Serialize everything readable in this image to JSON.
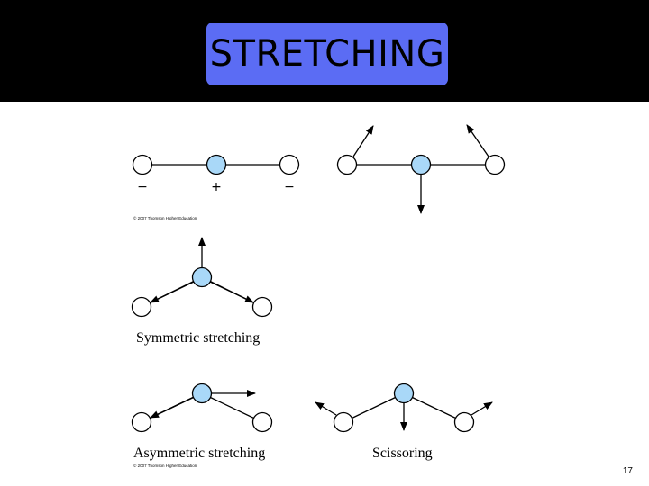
{
  "slide": {
    "title": "STRETCHING",
    "page_number": "17",
    "colors": {
      "header_bg": "#000000",
      "title_box": "#5b6cf4",
      "central_atom": "#a9d8f8",
      "outer_atom": "#ffffff"
    }
  },
  "diagram": {
    "linear_symmetric": {
      "signs": [
        "−",
        "+",
        "−"
      ],
      "copyright": "© 2007 Thomson Higher Education"
    },
    "labels": {
      "symmetric": "Symmetric stretching",
      "asymmetric": "Asymmetric stretching",
      "scissoring": "Scissoring"
    },
    "copyright_bottom": "© 2007 Thomson Higher Education"
  }
}
